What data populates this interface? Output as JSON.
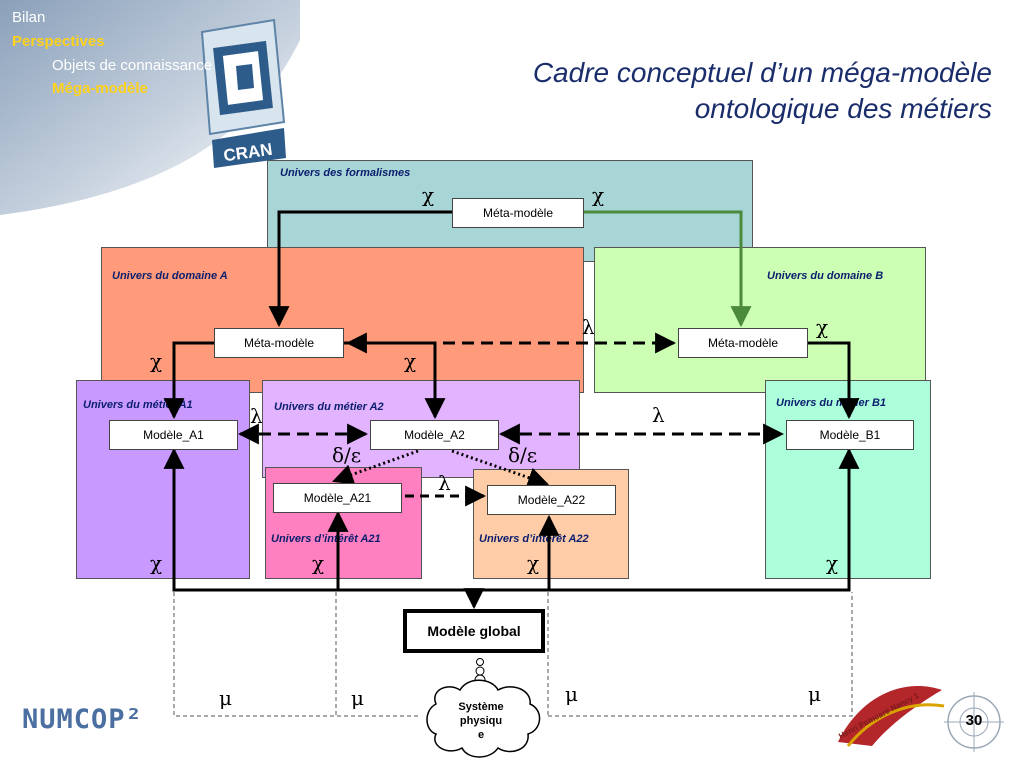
{
  "nav": {
    "items": [
      {
        "label": "Bilan"
      },
      {
        "label": "Perspectives"
      },
      {
        "label": "Objets de connaissance"
      },
      {
        "label": "Méga-modèle"
      }
    ]
  },
  "logo_text": "CRAN",
  "title": {
    "line1": "Cadre conceptuel d’un méga-modèle",
    "line2": "ontologique des métiers"
  },
  "regions": {
    "formalismes": "Univers des formalismes",
    "domaine_a": "Univers du domaine A",
    "domaine_b": "Univers du domaine B",
    "metier_a1": "Univers du métier A1",
    "metier_a2": "Univers du métier A2",
    "metier_b1": "Univers du métier B1",
    "interet_a21": "Univers d’intérêt A21",
    "interet_a22": "Univers d’intérêt A22"
  },
  "boxes": {
    "meta_formalismes": "Méta-modèle",
    "meta_a": "Méta-modèle",
    "meta_b": "Méta-modèle",
    "modele_a1": "Modèle_A1",
    "modele_a2": "Modèle_A2",
    "modele_b1": "Modèle_B1",
    "modele_a21": "Modèle_A21",
    "modele_a22": "Modèle_A22",
    "modele_global": "Modèle global",
    "systeme_physique": [
      "Système",
      "physiqu",
      "e"
    ]
  },
  "symbols": {
    "chi": "χ",
    "lambda": "λ",
    "delta_eps": "δ/ε",
    "mu": "μ"
  },
  "footer": {
    "numcop_logo": "NUMCOP²",
    "university_logo": "Henri Poincaré Nancy 1",
    "page_number": "30"
  },
  "colors": {
    "formalismes": "#a8d5d5",
    "domaine_a": "#ff9b7a",
    "domaine_b": "#ccffb3",
    "metier_a1": "#c899ff",
    "metier_a2": "#e2b3ff",
    "metier_b1": "#adffdc",
    "interet_a21": "#ff80c0",
    "interet_a22": "#ffcca8",
    "arrow_green": "#4a8a3a",
    "title": "#1a2d6b",
    "nav_highlight": "#ffd21a"
  }
}
